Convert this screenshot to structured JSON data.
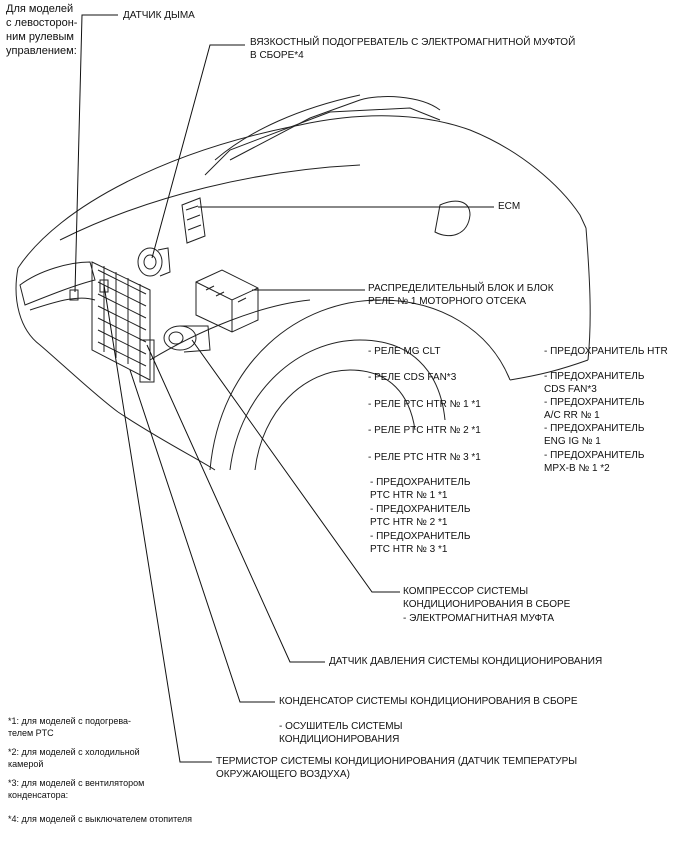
{
  "header": {
    "lhd_note_line1": "Для моделей",
    "lhd_note_line2": "с левосторон-",
    "lhd_note_line3": "ним рулевым",
    "lhd_note_line4": "управлением:"
  },
  "callouts": {
    "smoke_sensor": "ДАТЧИК ДЫМА",
    "viscous_heater_line1": "ВЯЗКОСТНЫЙ ПОДОГРЕВАТЕЛЬ С ЭЛЕКТРОМАГНИТНОЙ МУФТОЙ",
    "viscous_heater_line2": "В СБОРЕ*4",
    "ecm": "ECM",
    "junction_block_line1": "РАСПРЕДЕЛИТЕЛЬНЫЙ БЛОК И БЛОК",
    "junction_block_line2": "РЕЛЕ № 1 МОТОРНОГО ОТСЕКА",
    "compressor_line1": "КОМПРЕССОР СИСТЕМЫ",
    "compressor_line2": "КОНДИЦИОНИРОВАНИЯ В СБОРЕ",
    "compressor_line3": "- ЭЛЕКТРОМАГНИТНАЯ МУФТА",
    "pressure_sensor": "ДАТЧИК ДАВЛЕНИЯ СИСТЕМЫ КОНДИЦИОНИРОВАНИЯ",
    "condenser": "КОНДЕНСАТОР СИСТЕМЫ КОНДИЦИОНИРОВАНИЯ В СБОРЕ",
    "dryer_line1": "- ОСУШИТЕЛЬ СИСТЕМЫ",
    "dryer_line2": "КОНДИЦИОНИРОВАНИЯ",
    "thermistor_line1": "ТЕРМИСТОР СИСТЕМЫ КОНДИЦИОНИРОВАНИЯ (ДАТЧИК ТЕМПЕРАТУРЫ",
    "thermistor_line2": "ОКРУЖАЮЩЕГО ВОЗДУХА)"
  },
  "relays": {
    "r1": "- РЕЛЕ MG CLT",
    "r2": "- РЕЛЕ CDS FAN*3",
    "r3": "- РЕЛЕ PTC HTR № 1 *1",
    "r4": "- РЕЛЕ PTC HTR № 2 *1",
    "r5": "- РЕЛЕ PTC HTR № 3 *1",
    "f1a": "- ПРЕДОХРАНИТЕЛЬ",
    "f1b": "PTC HTR № 1 *1",
    "f2a": "- ПРЕДОХРАНИТЕЛЬ",
    "f2b": "PTC HTR № 2 *1",
    "f3a": "- ПРЕДОХРАНИТЕЛЬ",
    "f3b": "PTC HTR № 3 *1"
  },
  "fuses": {
    "h1": "- ПРЕДОХРАНИТЕЛЬ HTR",
    "c1a": "- ПРЕДОХРАНИТЕЛЬ",
    "c1b": "CDS FAN*3",
    "c2a": "- ПРЕДОХРАНИТЕЛЬ",
    "c2b": "A/C RR № 1",
    "c3a": "- ПРЕДОХРАНИТЕЛЬ",
    "c3b": "ENG IG № 1",
    "c4a": "- ПРЕДОХРАНИТЕЛЬ",
    "c4b": "MPX-B № 1 *2"
  },
  "footnotes": {
    "n1a": "*1: для моделей с подогрева-",
    "n1b": "телем PTC",
    "n2a": "*2: для моделей с холодильной",
    "n2b": "камерой",
    "n3a": "*3: для моделей с вентилятором",
    "n3b": "конденсатора:",
    "n4": "*4: для моделей с выключателем отопителя"
  }
}
